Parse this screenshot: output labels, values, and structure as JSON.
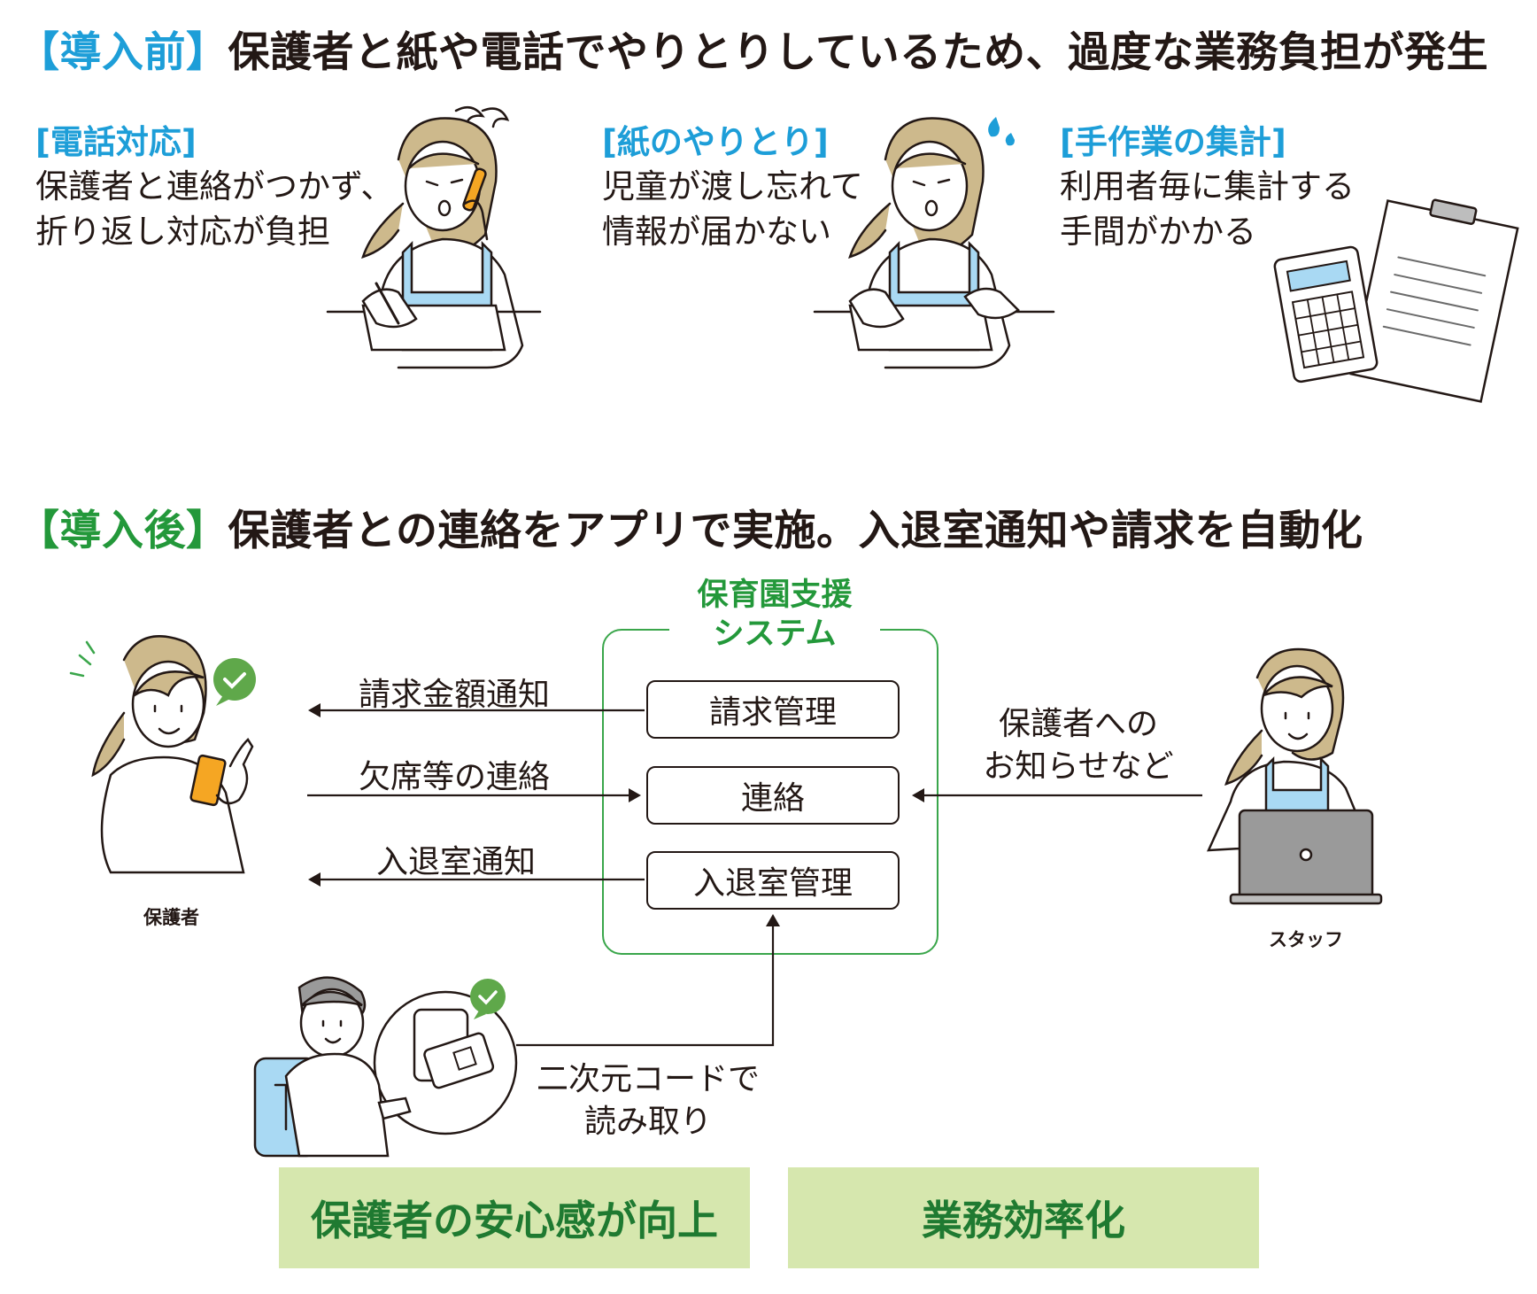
{
  "before": {
    "bracket": "【導入前】",
    "title": "保護者と紙や電話でやりとりしているため、過度な業務負担が発生",
    "items": [
      {
        "category": "[電話対応]",
        "lines": [
          "保護者と連絡がつかず、",
          "折り返し対応が負担"
        ]
      },
      {
        "category": "[紙のやりとり]",
        "lines": [
          "児童が渡し忘れて",
          "情報が届かない"
        ]
      },
      {
        "category": "[手作業の集計]",
        "lines": [
          "利用者毎に集計する",
          "手間がかかる"
        ]
      }
    ]
  },
  "after": {
    "bracket": "【導入後】",
    "title": "保護者との連絡をアプリで実施。入退室通知や請求を自動化",
    "system": {
      "title_lines": [
        "保育園支援",
        "システム"
      ],
      "modules": [
        "請求管理",
        "連絡",
        "入退室管理"
      ]
    },
    "flows": {
      "billing": "請求金額通知",
      "absence": "欠席等の連絡",
      "entry": "入退室通知",
      "staff_notice": [
        "保護者への",
        "お知らせなど"
      ],
      "qr": [
        "二次元コードで",
        "読み取り"
      ]
    },
    "actors": {
      "guardian": "保護者",
      "staff": "スタッフ"
    },
    "results": [
      "保護者の安心感が向上",
      "業務効率化"
    ]
  },
  "colors": {
    "accent_blue": "#1d9ed8",
    "accent_green": "#23983a",
    "result_bg": "#d6e7ae",
    "apron_blue": "#a9d9f3",
    "hair": "#cdb98c",
    "phone_orange": "#f5a623"
  }
}
